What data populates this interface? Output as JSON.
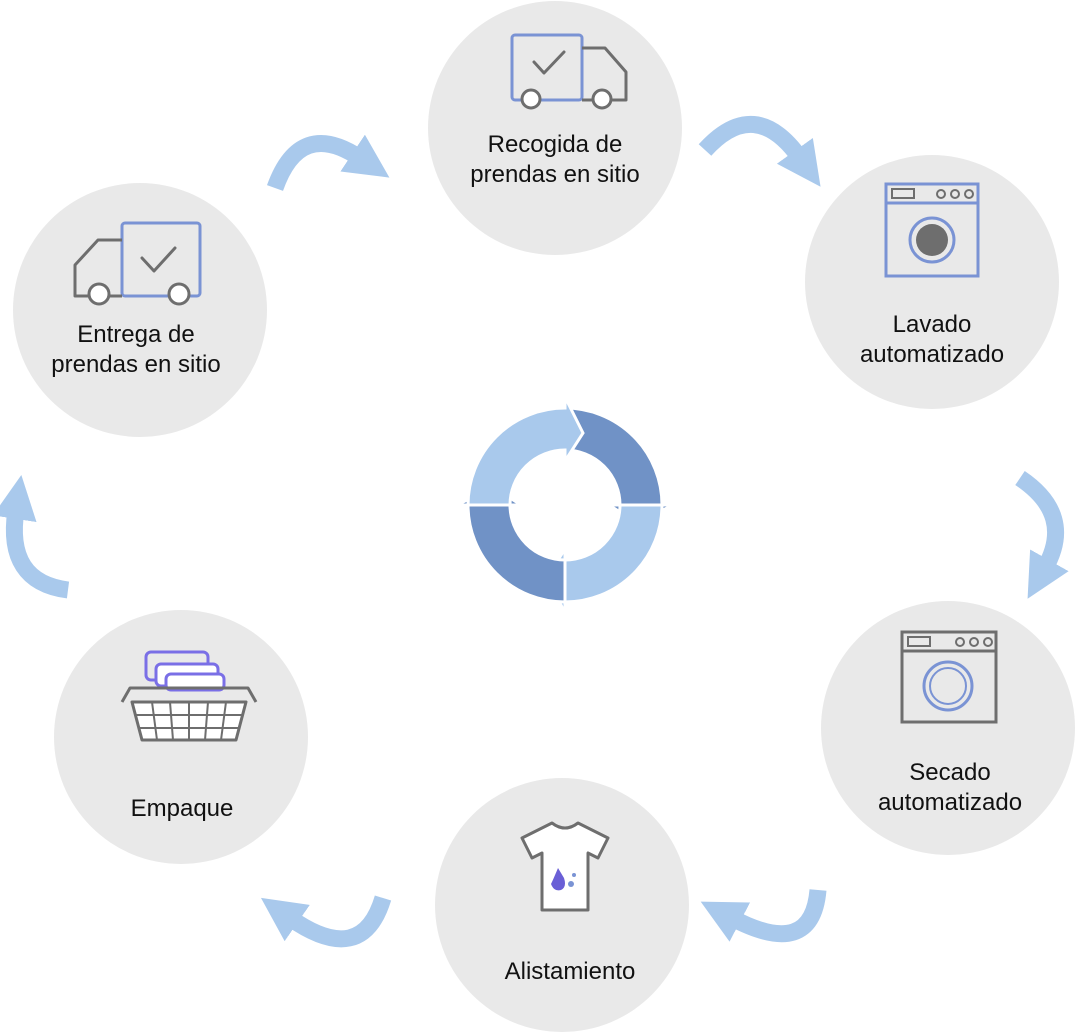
{
  "process": {
    "steps": [
      {
        "id": "pickup",
        "label": "Recogida de\nprendas en sitio",
        "icon": "truck-check-icon"
      },
      {
        "id": "washing",
        "label": "Lavado\nautomatizado",
        "icon": "washing-machine-icon"
      },
      {
        "id": "drying",
        "label": "Secado\nautomatizado",
        "icon": "dryer-icon"
      },
      {
        "id": "preparation",
        "label": "Alistamiento",
        "icon": "stained-tshirt-icon"
      },
      {
        "id": "packing",
        "label": "Empaque",
        "icon": "laundry-basket-icon"
      },
      {
        "id": "delivery",
        "label": "Entrega de\nprendas en sitio",
        "icon": "delivery-truck-check-icon"
      }
    ],
    "center_icon": "cycle-arrows-icon"
  },
  "colors": {
    "circle_fill": "#e9e9e9",
    "arrow_light": "#a9c9ec",
    "cycle_dark": "#7092c6",
    "cycle_light": "#a9c9ec",
    "icon_blue": "#7a93d4",
    "icon_gray": "#6e6e6e",
    "stain_purple": "#6a5fd6",
    "text": "#111111"
  }
}
